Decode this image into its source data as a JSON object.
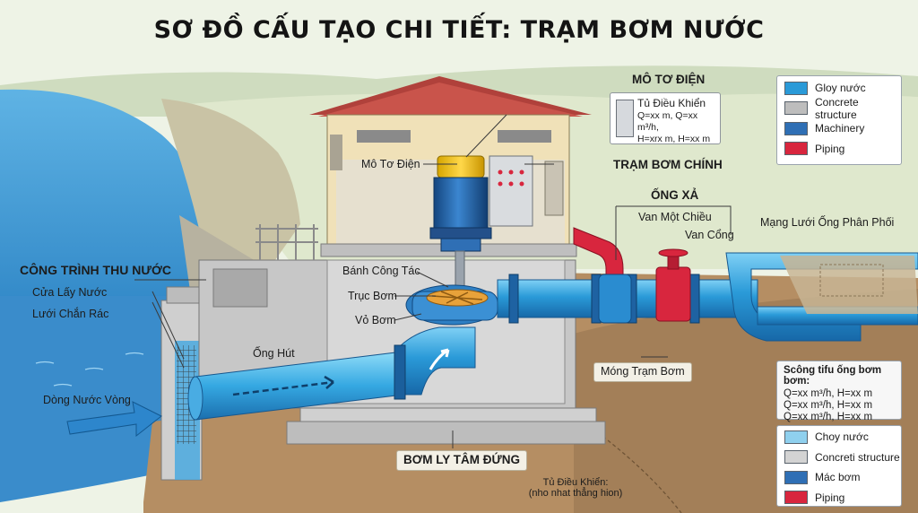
{
  "title": "SƠ ĐỒ CẤU TẠO CHI TIẾT: TRẠM BƠM NƯỚC",
  "labels": {
    "intake_heading": "CÔNG TRÌNH THU NƯỚC",
    "intake_gate": "Cửa Lấy Nước",
    "trash_rack": "Lưới Chắn Rác",
    "inflow": "Dòng Nước Vòng",
    "suction_pipe": "Ống Hút",
    "motor_heading": "MÔ TƠ ĐIỆN",
    "motor": "Mô Tơ Điện",
    "main_station": "TRẠM BƠM CHÍNH",
    "impeller": "Bánh Công Tác",
    "shaft": "Trục Bơm",
    "casing": "Vỏ Bơm",
    "discharge_heading": "ỐNG XẢ",
    "check_valve": "Van Một Chiều",
    "gate_valve": "Van Cổng",
    "network": "Mạng Lưới Ống Phân Phối",
    "foundation": "Móng Trạm Bơm",
    "pump_type": "BƠM LY TÂM ĐỨNG",
    "panel_note_1": "Tủ Điều Khiển:",
    "panel_note_2": "(nho nhat thẳng hion)"
  },
  "control_panel": {
    "title": "Tủ Điều Khiển",
    "line1": "Q=xx m, Q=xx m³/h,",
    "line2": "H=xrx m, H=xx m"
  },
  "legend_top": [
    {
      "label": "Gloy nước",
      "color": "#2a9ad8"
    },
    {
      "label": "Concrete structure",
      "color": "#bdbdbd"
    },
    {
      "label": "Machinery",
      "color": "#2f6fb5"
    },
    {
      "label": "Piping",
      "color": "#d8263e"
    }
  ],
  "specs": {
    "title": "Scông tifu ống bơm bơm:",
    "lines": [
      "Q=xx m³/h, H=xx m",
      "Q=xx m³/h, H=xx m",
      "Q=xx m³/h, H=xx m"
    ]
  },
  "legend_bottom": [
    {
      "label": "Choy nước",
      "color": "#8fd0ee"
    },
    {
      "label": "Concreti structure",
      "color": "#d3d3d3"
    },
    {
      "label": "Mác bơm",
      "color": "#2f6fb5"
    },
    {
      "label": "Piping",
      "color": "#d8263e"
    }
  ]
}
